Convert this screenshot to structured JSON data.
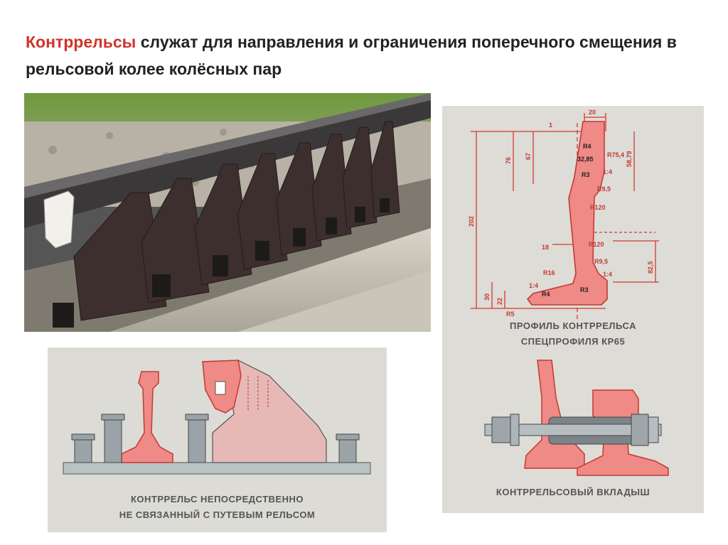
{
  "title": {
    "accent": "Контррельсы",
    "rest": " служат для направления и ограничения поперечного смещения в рельсовой колее  колёсных пар"
  },
  "profile_diagram": {
    "caption_line1": "ПРОФИЛЬ КОНТРРЕЛЬСА",
    "caption_line2": "СПЕЦПРОФИЛЯ КР65",
    "dims": {
      "d20": "20",
      "d1": "1",
      "d76": "76",
      "d67": "67",
      "d5879": "58,79",
      "d202": "202",
      "d3285": "32,85",
      "r754": "R75,4",
      "r95a": "R9,5",
      "r120a": "R120",
      "r120b": "R120",
      "d18": "18",
      "r95b": "R9,5",
      "r16": "R16",
      "d825": "82,5",
      "d30": "30",
      "d22": "22",
      "r5": "R5",
      "ra1": "R4",
      "ra2": "R4",
      "r3a": "R3",
      "r3b": "R3",
      "s14a": "1:4",
      "s14b": "1:4",
      "s14c": "1:4"
    },
    "caption_liner": "КОНТРРЕЛЬСОВЫЙ ВКЛАДЫШ"
  },
  "bottom_diagram": {
    "caption_line1": "КОНТРРЕЛЬС НЕПОСРЕДСТВЕННО",
    "caption_line2": "НЕ СВЯЗАННЫЙ С ПУТЕВЫМ РЕЛЬСОМ"
  },
  "colors": {
    "accent": "#d0342c",
    "rail_fill": "#ef8a86",
    "rail_stroke": "#c23a34",
    "dim_red": "#d23a34",
    "steel": "#8f9aa0"
  }
}
